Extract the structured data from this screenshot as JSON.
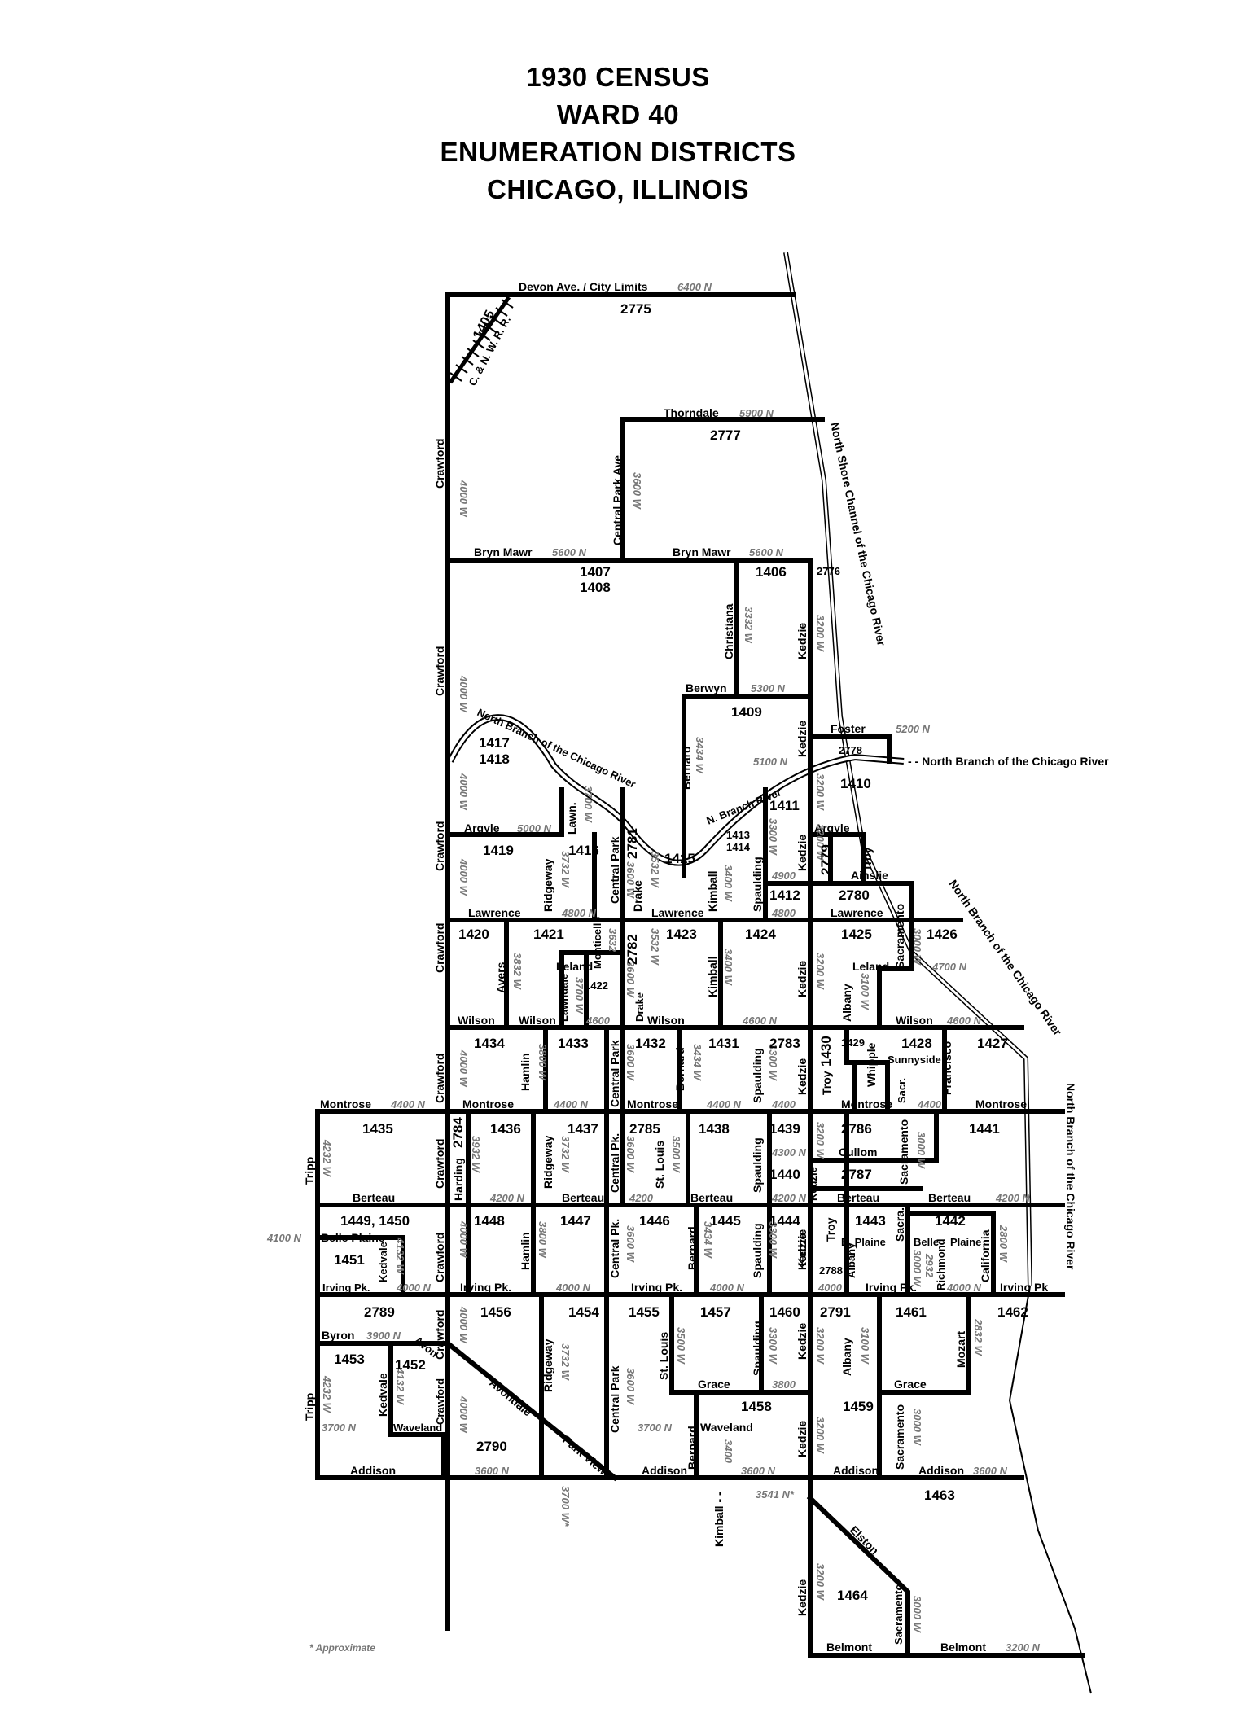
{
  "title": [
    "1930 CENSUS",
    "WARD 40",
    "ENUMERATION DISTRICTS",
    "CHICAGO, ILLINOIS"
  ],
  "streets": {
    "devon": "Devon Ave. / City Limits",
    "devon_n": "6400 N",
    "thorndale": "Thorndale",
    "thorndale_n": "5900 N",
    "bryn_mawr": "Bryn Mawr",
    "bryn_mawr_n": "5600 N",
    "berwyn": "Berwyn",
    "berwyn_n": "5300 N",
    "foster": "Foster",
    "foster_n": "5200 N",
    "n5100": "5100 N",
    "argyle": "Argyle",
    "argyle_n": "5000 N",
    "ainslie": "Ainslie",
    "n4900": "4900",
    "lawrence": "Lawrence",
    "lawrence_n": "4800 N",
    "n4800": "4800",
    "leland": "Leland",
    "leland_n": "4700 N",
    "wilson": "Wilson",
    "wilson_n": "4600 N",
    "n4600": "4600",
    "sunnyside": "Sunnyside",
    "montrose": "Montrose",
    "montrose_n": "4400 N",
    "n4400": "4400",
    "cullom": "Cullom",
    "n4300": "4300 N",
    "berteau": "Berteau",
    "berteau_n": "4200 N",
    "n4200": "4200",
    "n4100": "4100 N",
    "belle_plaine": "Belle Plaine",
    "b_plaine": "B. Plaine",
    "belle": "Belle",
    "plaine": "Plaine",
    "irving_pk": "Irving Pk.",
    "irving_pk2": "Irving Pk",
    "irving_n": "4000 N",
    "n4000": "4000",
    "byron": "Byron",
    "byron_n": "3900 N",
    "grace": "Grace",
    "n3800": "3800",
    "waveland": "Waveland",
    "waveland_n": "3700 N",
    "addison": "Addison",
    "addison_n": "3600 N",
    "n3541": "3541 N*",
    "belmont": "Belmont",
    "belmont_n": "3200 N",
    "crawford": "Crawford",
    "w4000": "4000 W",
    "central_park_ave": "Central Park Ave.",
    "central_park": "Central Park",
    "central_pk": "Central Pk.",
    "w3600": "3600 W",
    "christiana": "Christiana",
    "w3332": "3332 W",
    "kedzie": "Kedzie",
    "w3200": "3200 W",
    "bernard": "Bernard",
    "w3434": "3434 W",
    "w3400": "3400",
    "lawn": "Lawn.",
    "w3700": "3700 W",
    "w3700b": "3700 W*",
    "ridgeway": "Ridgeway",
    "w3732": "3732 W",
    "drake": "Drake",
    "w3532": "3532 W",
    "kimball": "Kimball",
    "w3400w": "3400 W",
    "kimball_dash": "Kimball - -",
    "spaulding": "Spaulding",
    "w3300": "3300 W",
    "troy": "Troy",
    "w3100": "3100 W",
    "albany": "Albany",
    "sacramento": "Sacramento",
    "sacr": "Sacr.",
    "sacra": "Sacra.",
    "w3000": "3000 W",
    "avers": "Avers",
    "w3832": "3832 W",
    "monticello": "Monticello",
    "w3632": "3632",
    "lawndale": "Lawndale",
    "w3700s": "3700 W",
    "hamlin": "Hamlin",
    "w3800": "3800 W",
    "whipple": "Whipple",
    "francisco": "Francisco",
    "tripp": "Tripp",
    "w4232": "4232 W",
    "harding": "Harding",
    "w3932": "3932 W",
    "st_louis": "St. Louis",
    "w3500": "3500 W",
    "kedvale": "Kedvale",
    "w4132": "4132 W",
    "richmond": "Richmond",
    "w2932": "2932",
    "california": "California",
    "w2800": "2800 W",
    "mozart": "Mozart",
    "w2832": "2832 W",
    "elston": "Elston",
    "avondale": "Avondale",
    "park_view": "Park View",
    "avon": "Avon",
    "railroad": "C. & N. W. R. R.",
    "river_north_branch": "North Branch of the Chicago River",
    "river_n_branch": "N. Branch River",
    "river_callout": "- - North Branch of the Chicago River",
    "nsc": "North Shore Channel of the Chicago River"
  },
  "districts": {
    "d1405": "1405",
    "d2775": "2775",
    "d2777": "2777",
    "d1407": "1407",
    "d1408": "1408",
    "d1406": "1406",
    "d2776": "2776",
    "d1409": "1409",
    "d1417": "1417",
    "d1418": "1418",
    "d2778": "2778",
    "d1410": "1410",
    "d1411": "1411",
    "d1419": "1419",
    "d1416": "1416",
    "d2781": "2781",
    "d1415": "1415",
    "d1413": "1413",
    "d1414": "1414",
    "d2779": "2779",
    "d1412": "1412",
    "d2780": "2780",
    "d1420": "1420",
    "d1421": "1421",
    "d2782": "2782",
    "d1423": "1423",
    "d1424": "1424",
    "d1425": "1425",
    "d1426": "1426",
    "d1422": "1422",
    "d1434": "1434",
    "d1433": "1433",
    "d1432": "1432",
    "d1431": "1431",
    "d2783": "2783",
    "d1430": "1430",
    "d1429": "1429",
    "d1428": "1428",
    "d1427": "1427",
    "d1435": "1435",
    "d2784": "2784",
    "d1436": "1436",
    "d1437": "1437",
    "d2785": "2785",
    "d1438": "1438",
    "d1439": "1439",
    "d2786": "2786",
    "d1441": "1441",
    "d1440": "1440",
    "d2787": "2787",
    "d1449_1450": "1449, 1450",
    "d1451": "1451",
    "d1448": "1448",
    "d1447": "1447",
    "d1446": "1446",
    "d1445": "1445",
    "d1444": "1444",
    "d1443": "1443",
    "d1442": "1442",
    "d2788": "2788",
    "d2789": "2789",
    "d1456": "1456",
    "d1454": "1454",
    "d1455": "1455",
    "d1457": "1457",
    "d1460": "1460",
    "d2791": "2791",
    "d1461": "1461",
    "d1462": "1462",
    "d1453": "1453",
    "d1452": "1452",
    "d2790": "2790",
    "d1458": "1458",
    "d1459": "1459",
    "d1463": "1463",
    "d1464": "1464"
  },
  "footnote": "* Approximate",
  "colors": {
    "ink": "#000000",
    "coord": "#777777",
    "paper": "#ffffff"
  }
}
